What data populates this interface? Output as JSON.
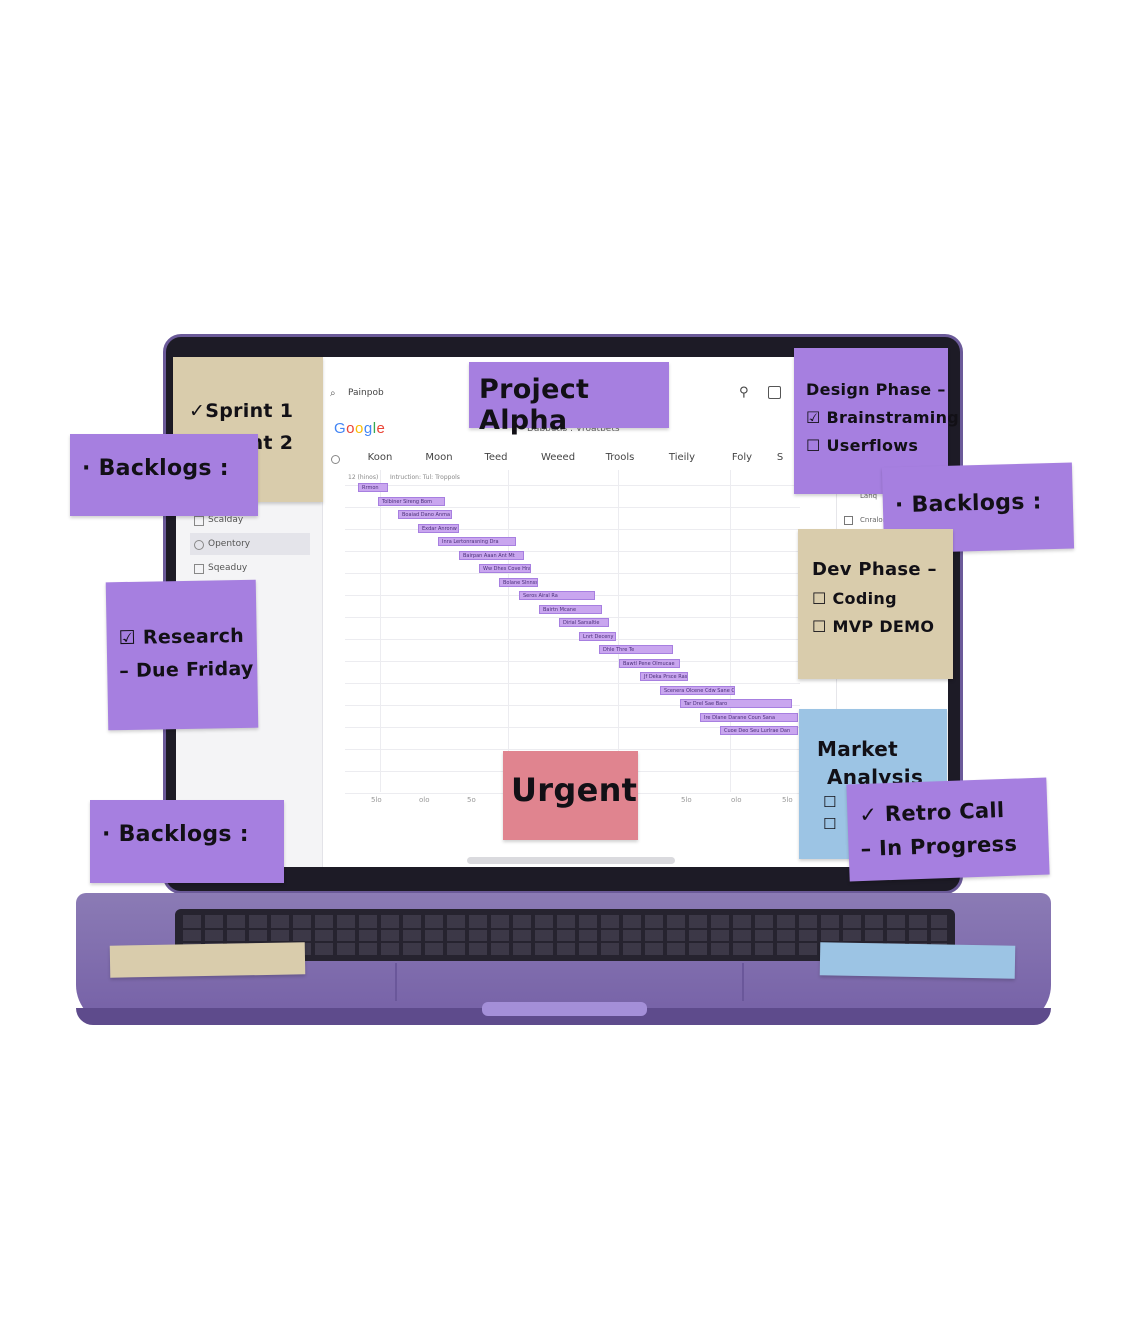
{
  "app": {
    "search_text": "Painpob",
    "brand": "Google",
    "subtitle": "Dabbetis : Vroatbets"
  },
  "sidebar": {
    "items": [
      {
        "label": "Scalday",
        "active": false
      },
      {
        "label": "Opentory",
        "active": true
      },
      {
        "label": "Sqeaduy",
        "active": false
      }
    ]
  },
  "calendar": {
    "days": [
      "Koon",
      "Moon",
      "Teed",
      "Weeed",
      "Trools",
      "Tieily",
      "Foly",
      "S"
    ],
    "header_note": "Intruction: Tul: Troppols",
    "header_count": "12 (hinos)",
    "right_items": [
      "Lanq",
      "Cnralor"
    ],
    "x_ticks": [
      "5lo",
      "olo",
      "5o",
      "5lo",
      "olo",
      "5lo"
    ],
    "tasks": [
      {
        "label": "Rrmon"
      },
      {
        "label": "Tolbiner Sireng Bom"
      },
      {
        "label": "Boaiad Dano Anma Leraaa"
      },
      {
        "label": "Exdar Anronw"
      },
      {
        "label": "Inra Lertonrasning Dra"
      },
      {
        "label": "Bairpan Aaan Ant Mt"
      },
      {
        "label": "Ww Dhes Cove Hrane Unare Lrane"
      },
      {
        "label": "Bolane Slnnssy"
      },
      {
        "label": "Seros Airal Ra"
      },
      {
        "label": "Bairtn Mcane"
      },
      {
        "label": "Dirial Sarsaltie"
      },
      {
        "label": "Lnrt Deceny Flar"
      },
      {
        "label": "Dhle Thre Te"
      },
      {
        "label": "Bawtl Pene Olmucae"
      },
      {
        "label": "Jf Deka Prsce Rasr"
      },
      {
        "label": "Scenera Olcene Cdw Sane Coan"
      },
      {
        "label": "Tar Drel Sae Baro"
      },
      {
        "label": "Ire Dlane Darane Coun Sana"
      },
      {
        "label": "Cuoe Deo Seu Lurlrae Dan"
      }
    ]
  },
  "notes": {
    "project": "Project Alpha",
    "sprint_1": "✓Sprint 1",
    "sprint_2": "✓Sprint 2",
    "backlogs_1": "· Backlogs :",
    "backlogs_2": "· Backlogs :",
    "backlogs_3": "· Backlogs :",
    "research_1": "☑ Research",
    "research_2": "– Due Friday",
    "design_title": "Design Phase –",
    "design_1": "☑ Brainstraming",
    "design_2": "☐ Userflows",
    "dev_title": "Dev Phase –",
    "dev_1": "☐ Coding",
    "dev_2": "☐ MVP DEMO",
    "market_1": "Market",
    "market_2": "Analysis",
    "market_box": "☐",
    "retro_1": "✓ Retro Call",
    "retro_2": "– In Progress",
    "urgent": "Urgent"
  },
  "colors": {
    "note_purple": "#a67fe0",
    "note_tan": "#d9ccac",
    "note_blue": "#9cc4e4",
    "note_pink": "#e0848f",
    "laptop": "#7560a6",
    "task_bar": "#c9a6ef"
  }
}
